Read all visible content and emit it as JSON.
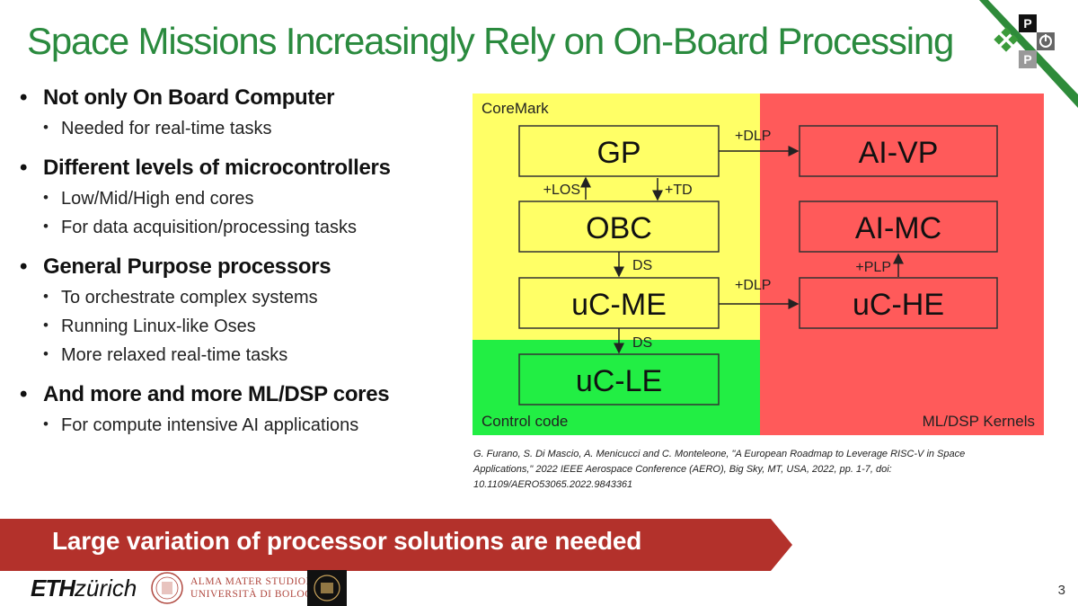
{
  "slide": {
    "title": "Space Missions Increasingly Rely on On-Board Processing",
    "page_number": "3"
  },
  "bullets": [
    {
      "text": "Not only On Board Computer",
      "subs": [
        "Needed for real-time tasks"
      ]
    },
    {
      "text": "Different levels of microcontrollers",
      "subs": [
        "Low/Mid/High end cores",
        "For data acquisition/processing tasks"
      ]
    },
    {
      "text": "General Purpose processors",
      "subs": [
        "To orchestrate complex systems",
        "Running Linux-like Oses",
        "More relaxed real-time tasks"
      ]
    },
    {
      "text": "And more and more ML/DSP cores",
      "subs": [
        "For compute intensive AI applications"
      ]
    }
  ],
  "diagram": {
    "region_coremark": "CoreMark",
    "region_control": "Control code",
    "region_ml": "ML/DSP Kernels",
    "boxes": {
      "gp": "GP",
      "obc": "OBC",
      "uc_me": "uC-ME",
      "uc_le": "uC-LE",
      "ai_vp": "AI-VP",
      "ai_mc": "AI-MC",
      "uc_he": "uC-HE"
    },
    "arrows": {
      "gp_to_aivp": "+DLP",
      "obc_to_gp": "+LOS",
      "gp_to_obc": "+TD",
      "obc_to_ucme": "DS",
      "ucme_to_uche": "+DLP",
      "uche_to_aimc": "+PLP",
      "ucme_to_ucle": "DS"
    },
    "colors": {
      "yellow": "#ffff66",
      "green": "#22ee44",
      "red": "#ff5a5a"
    }
  },
  "citation": "G. Furano, S. Di Mascio, A. Menicucci and C. Monteleone, \"A European Roadmap to Leverage RISC-V in Space Applications,\" 2022 IEEE Aerospace Conference (AERO), Big Sky, MT, USA, 2022, pp. 1-7, doi: 10.1109/AERO53065.2022.9843361",
  "banner": {
    "text": "Large variation of processor solutions are needed",
    "color": "#b3312b"
  },
  "logos": {
    "eth_bold": "ETH",
    "eth_rest": "zürich",
    "unibo_line1": "ALMA MATER STUDIORUM",
    "unibo_line2": "UNIVERSITÀ DI BOLOGNA",
    "pulp_letters": [
      "P",
      "P"
    ]
  },
  "brand_colors": {
    "title_green": "#2a8a3e",
    "corner_green": "#2e8b3a"
  }
}
